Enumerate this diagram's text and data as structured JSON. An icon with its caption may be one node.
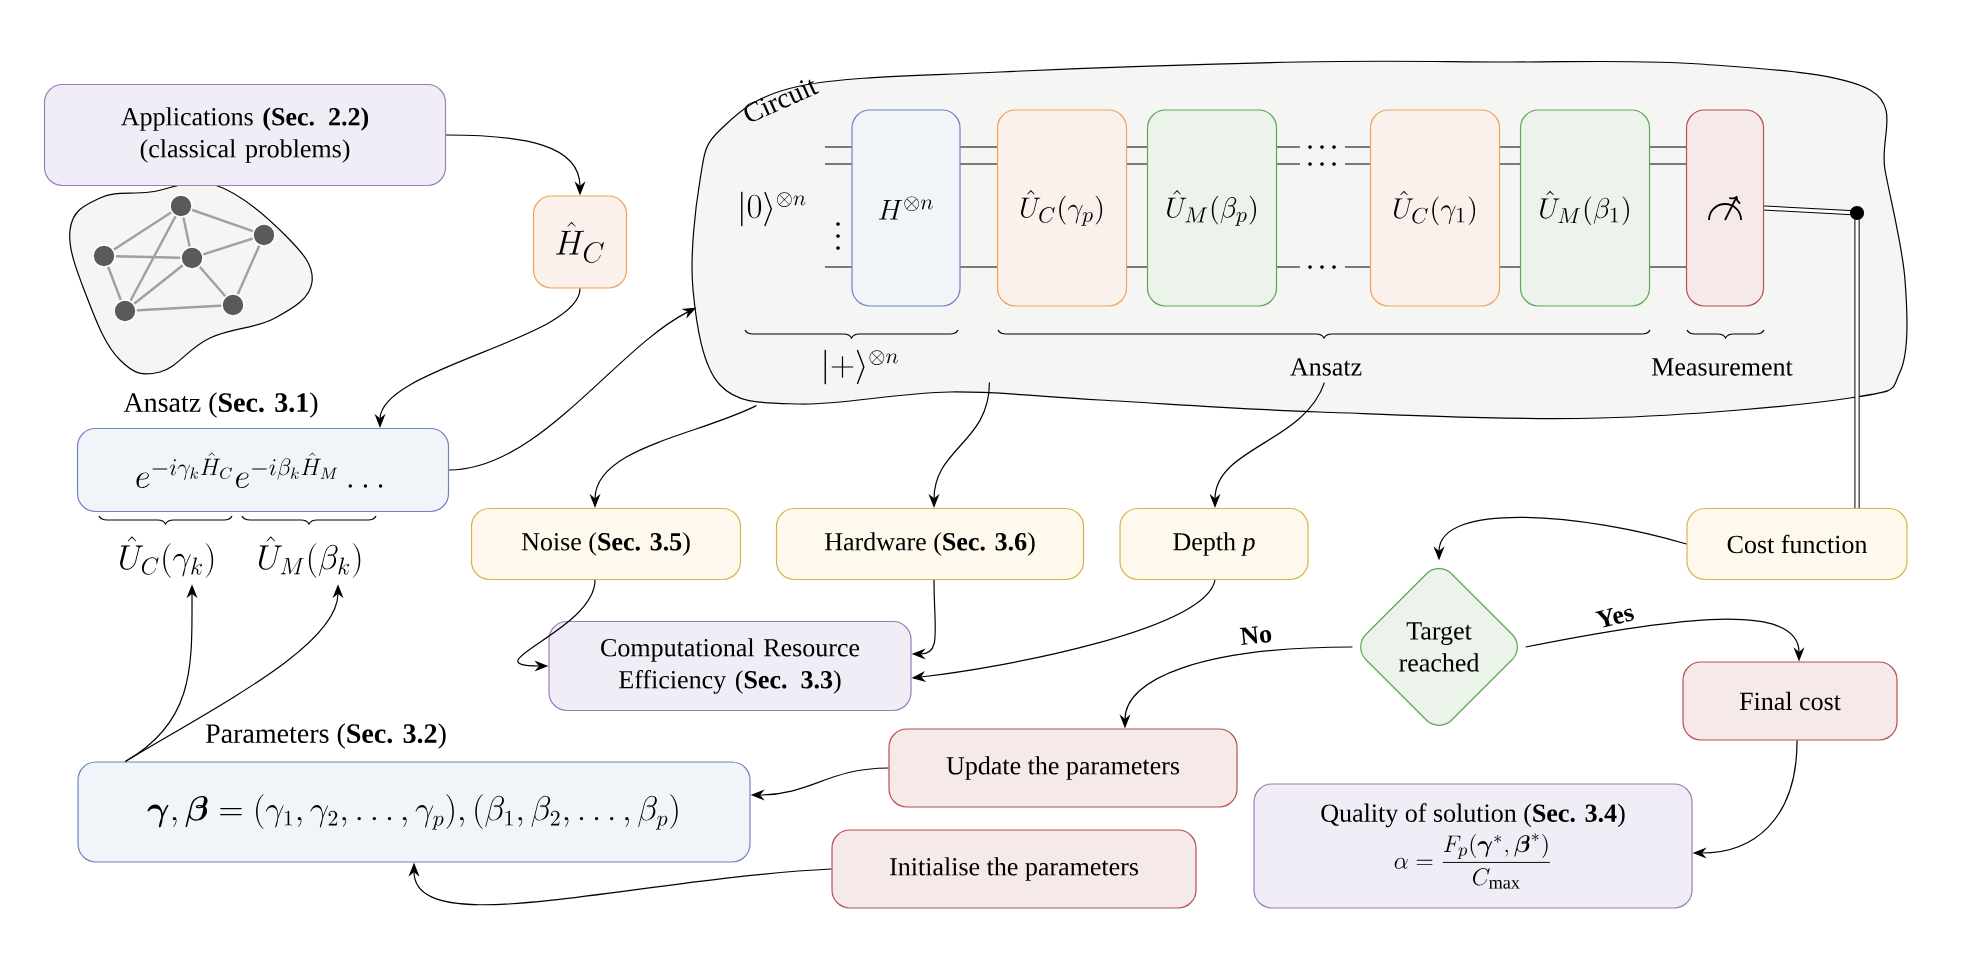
{
  "diagram": {
    "nodes": [
      {
        "text": [
          "Applications **(Sec. 2.2)** (classical problems)"
        ]
      },
      {
        "text": [
          "\\hat{H}_C"
        ]
      },
      {
        "text": [
          "Ansatz (**Sec. 3.1**)",
          "e^{-i\\gamma_k \\hat{H}_C} e^{-i\\beta_k \\hat{H}_M} \\dots"
        ]
      },
      {
        "text": [
          "\\hat{U}_C(\\gamma_k)"
        ]
      },
      {
        "text": [
          "\\hat{U}_M(\\beta_k)"
        ]
      },
      {
        "text": [
          "Circuit"
        ]
      },
      {
        "text": [
          "H^{\\otimes n}"
        ],
        "in": 5
      },
      {
        "text": [
          "\\hat{U}_C(\\gamma_p)"
        ],
        "in": 5
      },
      {
        "text": [
          "\\hat{U}_M(\\beta_p)"
        ],
        "in": 5
      },
      {
        "text": [
          "\\hat{U}_C(\\gamma_1)"
        ],
        "in": 5
      },
      {
        "text": [
          "\\hat{U}_M(\\beta_1)"
        ],
        "in": 5
      },
      {
        "text": [],
        "shape": "box",
        "in": 5
      },
      {
        "text": [
          "Noise (**Sec. 3.5**)"
        ]
      },
      {
        "text": [
          "Hardware (**Sec. 3.6**)"
        ]
      },
      {
        "text": [
          "Depth *p*"
        ]
      },
      {
        "text": [
          "Cost function"
        ]
      },
      {
        "text": [
          "Computational Resource Efficiency (**Sec. 3.3**)"
        ]
      },
      {
        "text": [
          "Target reached"
        ]
      },
      {
        "text": [
          "Final cost"
        ]
      },
      {
        "text": [
          "Parameters (**Sec. 3.2**)",
          "\\boldsymbol{\\gamma}, \\boldsymbol{\\beta} = (\\gamma_1, \\gamma_2, \\ldots, \\gamma_p), (\\beta_1, \\beta_2, \\ldots, \\beta_p)"
        ]
      },
      {
        "text": [
          "Update the parameters"
        ]
      },
      {
        "text": [
          "Initialise the parameters"
        ]
      },
      {
        "text": [
          "Quality of solution (**Sec. 3.4**)",
          "\\alpha = \\frac{F_p(\\boldsymbol{\\gamma}^*, \\boldsymbol{\\beta}^*)}{C_{\\max}}"
        ]
      }
    ],
    "edges": [
      {
        "from": 0,
        "to": 1,
        "arrow": "to"
      },
      {
        "from": 1,
        "to": 2,
        "arrow": "to"
      },
      {
        "from": 2,
        "to": 5,
        "arrow": "to"
      },
      {
        "from": 5,
        "to": 12,
        "arrow": "to"
      },
      {
        "from": 5,
        "to": 13,
        "arrow": "to"
      },
      {
        "from": 5,
        "to": 14,
        "arrow": "to"
      },
      {
        "from": 12,
        "to": 16,
        "arrow": "to"
      },
      {
        "from": 13,
        "to": 16,
        "arrow": "to"
      },
      {
        "from": 14,
        "to": 16,
        "arrow": "to"
      },
      {
        "from": 11,
        "to": 15,
        "arrow": "none",
        "style": "thick"
      },
      {
        "from": 15,
        "to": 17,
        "arrow": "to"
      },
      {
        "from": 17,
        "to": 20,
        "arrow": "to",
        "label": "No"
      },
      {
        "from": 17,
        "to": 18,
        "arrow": "to",
        "label": "Yes"
      },
      {
        "from": 18,
        "to": 22,
        "arrow": "to"
      },
      {
        "from": 20,
        "to": 19,
        "arrow": "to"
      },
      {
        "from": 21,
        "to": 19,
        "arrow": "to"
      },
      {
        "from": 19,
        "to": 3,
        "arrow": "to"
      },
      {
        "from": 19,
        "to": 4,
        "arrow": "to"
      }
    ],
    "labels": [
      "|0\\rangle^{\\otimes n}",
      "|+\\rangle^{\\otimes n}",
      "Ansatz",
      "Measurement"
    ]
  }
}
